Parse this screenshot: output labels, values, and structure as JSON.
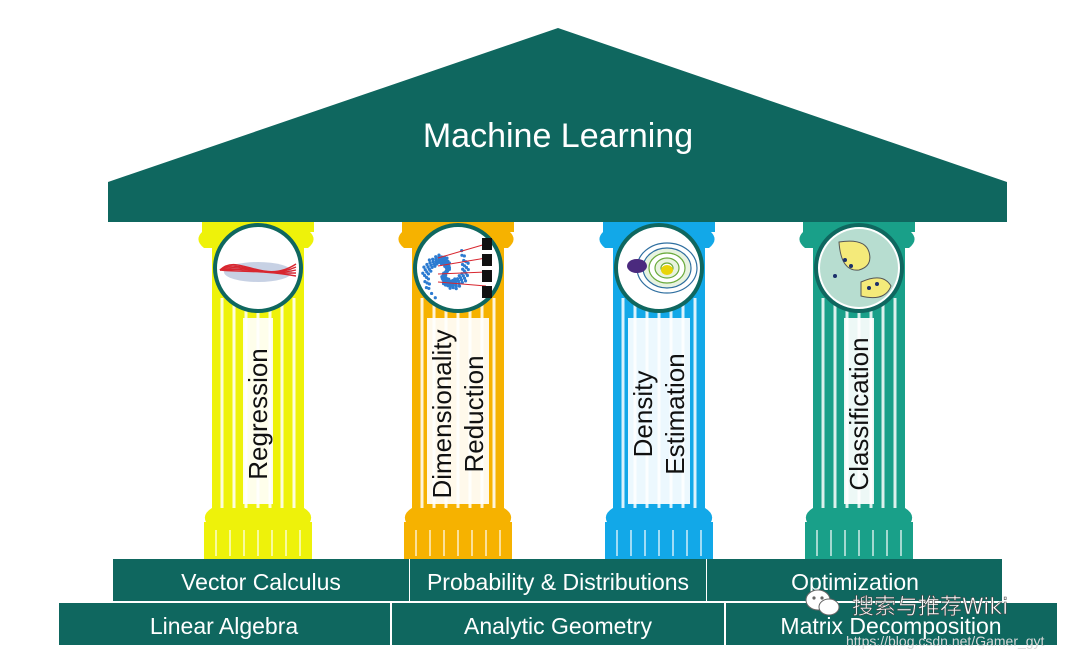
{
  "roof": {
    "title": "Machine Learning",
    "color": "#0f675f"
  },
  "pillars": [
    {
      "label_lines": [
        "Regression"
      ],
      "color": "#eef20a",
      "icon": "regression-plot-icon"
    },
    {
      "label_lines": [
        "Dimensionality",
        "Reduction"
      ],
      "color": "#f6b200",
      "icon": "dimensionality-reduction-plot-icon"
    },
    {
      "label_lines": [
        "Density",
        "Estimation"
      ],
      "color": "#12a8e8",
      "icon": "density-contour-plot-icon"
    },
    {
      "label_lines": [
        "Classification"
      ],
      "color": "#19a089",
      "icon": "classification-regions-plot-icon"
    }
  ],
  "foundation": {
    "color": "#0f675f",
    "upper_row": [
      "Vector Calculus",
      "Probability & Distributions",
      "Optimization"
    ],
    "lower_row": [
      "Linear Algebra",
      "Analytic Geometry",
      "Matrix Decomposition"
    ]
  },
  "watermark": {
    "account": "搜索与推荐Wiki",
    "url": "https://blog.csdn.net/Gamer_gyt",
    "icon": "wechat-icon"
  }
}
